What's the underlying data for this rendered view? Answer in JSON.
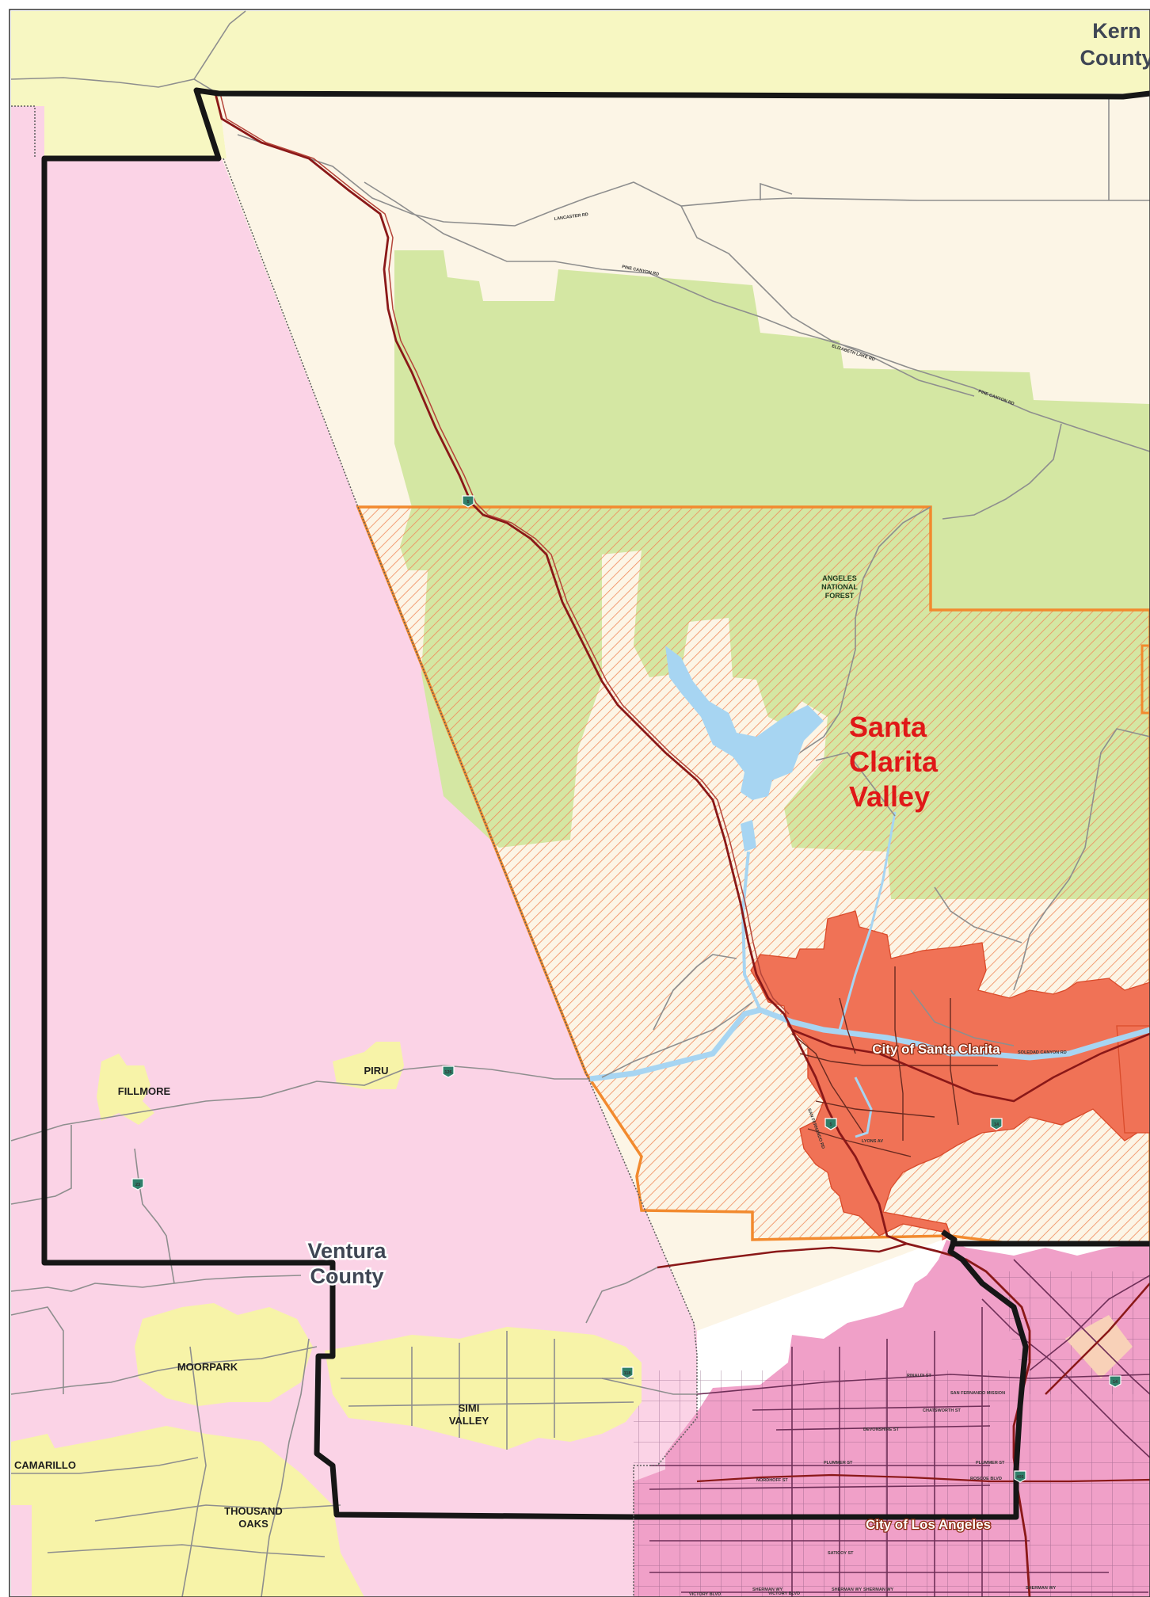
{
  "map": {
    "regions": {
      "kern_county": [
        "Kern",
        "County"
      ],
      "ventura_county": [
        "Ventura",
        "County"
      ],
      "santa_clarita_valley": [
        "Santa",
        "Clarita",
        "Valley"
      ],
      "city_of_santa_clarita": "City of Santa Clarita",
      "city_of_los_angeles": "City of Los Angeles",
      "angeles_national_forest": [
        "ANGELES",
        "NATIONAL",
        "FOREST"
      ]
    },
    "towns": {
      "fillmore": "FILLMORE",
      "piru": "PIRU",
      "moorpark": "MOORPARK",
      "simi_valley": [
        "SIMI",
        "VALLEY"
      ],
      "camarillo": "CAMARILLO",
      "thousand_oaks": [
        "THOUSAND",
        "OAKS"
      ]
    },
    "roads": {
      "lancaster_rd": "LANCASTER RD",
      "pine_canyon_rd": "PINE CANYON RD",
      "elizabeth_lake_rd": "ELIZABETH LAKE RD",
      "pine_canyon_rd_2": "PINE CANYON RD",
      "soledad_canyon_rd": "SOLEDAD CANYON RD",
      "san_fernando_mission": "SAN FERNANDO MISSION",
      "rinaldi_st": "RINALDI ST",
      "chatsworth_st": "CHATSWORTH ST",
      "devonshire_st": "DEVONSHIRE ST",
      "plummer_st": "PLUMMER ST",
      "plummer_st_2": "PLUMMER ST",
      "roscoe_blvd": "ROSCOE BLVD",
      "nordhoff_st": "NORDHOFF ST",
      "saticoy_st": "SATICOY ST",
      "sherman_wy_1": "SHERMAN WY",
      "sherman_wy_2": "SHERMAN WY",
      "sherman_wy_3": "SHERMAN WY",
      "sherman_wy_4": "SHERMAN WY",
      "victory_blvd": "VICTORY BLVD",
      "victory_blvd_2": "VICTORY BLVD",
      "lyons_av": "LYONS AV",
      "san_fernando_rd": "SAN FERNANDO RD"
    },
    "highway_shields": {
      "i5_north": "5",
      "i5_south": "5",
      "sr126_piru": "126",
      "sr23": "23",
      "sr118": "118",
      "sr14": "14",
      "i405": "405",
      "sr14_lower": "14"
    },
    "colors": {
      "kern": "#f7f7c2",
      "ventura": "#fbd3e6",
      "la_county": "#fcf5e6",
      "forest": "#d4e7a3",
      "planning_area": "#f28a2e",
      "santa_clarita": "#f07256",
      "los_angeles": "#f0a0c8",
      "cities_yellow": "#f7f3a8",
      "water": "#a7d5f2",
      "freeway": "#8a1818",
      "county_line": "#161616",
      "highway_shield": "#2f7f6a"
    }
  }
}
